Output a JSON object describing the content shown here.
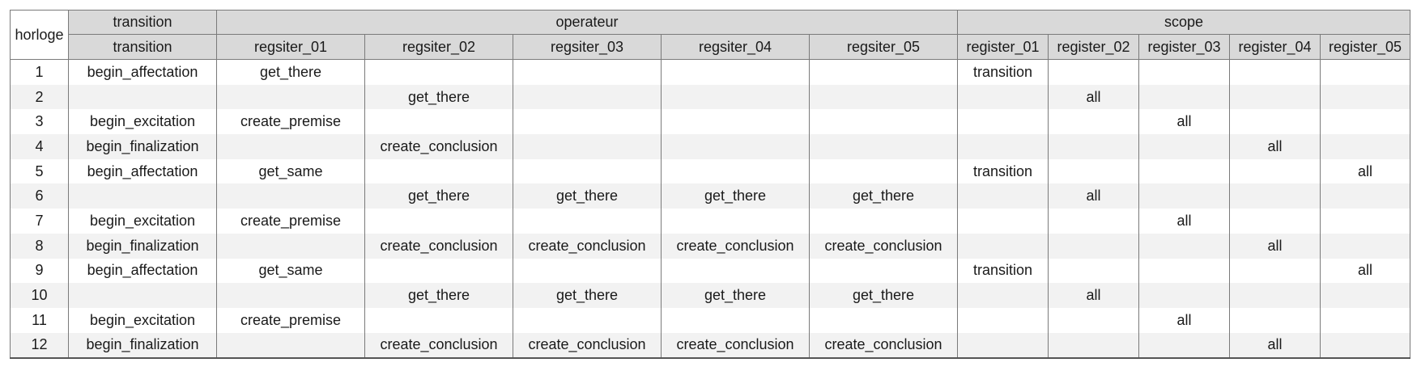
{
  "headers": {
    "horloge": "horloge",
    "group_transition": "transition",
    "group_operateur": "operateur",
    "group_scope": "scope",
    "columns": [
      "transition",
      "regsiter_01",
      "regsiter_02",
      "regsiter_03",
      "regsiter_04",
      "regsiter_05",
      "register_01",
      "register_02",
      "register_03",
      "register_04",
      "register_05"
    ]
  },
  "rows": [
    [
      "1",
      "begin_affectation",
      "get_there",
      "",
      "",
      "",
      "",
      "transition",
      "",
      "",
      "",
      ""
    ],
    [
      "2",
      "",
      "",
      "get_there",
      "",
      "",
      "",
      "",
      "all",
      "",
      "",
      ""
    ],
    [
      "3",
      "begin_excitation",
      "create_premise",
      "",
      "",
      "",
      "",
      "",
      "",
      "all",
      "",
      ""
    ],
    [
      "4",
      "begin_finalization",
      "",
      "create_conclusion",
      "",
      "",
      "",
      "",
      "",
      "",
      "all",
      ""
    ],
    [
      "5",
      "begin_affectation",
      "get_same",
      "",
      "",
      "",
      "",
      "transition",
      "",
      "",
      "",
      "all"
    ],
    [
      "6",
      "",
      "",
      "get_there",
      "get_there",
      "get_there",
      "get_there",
      "",
      "all",
      "",
      "",
      ""
    ],
    [
      "7",
      "begin_excitation",
      "create_premise",
      "",
      "",
      "",
      "",
      "",
      "",
      "all",
      "",
      ""
    ],
    [
      "8",
      "begin_finalization",
      "",
      "create_conclusion",
      "create_conclusion",
      "create_conclusion",
      "create_conclusion",
      "",
      "",
      "",
      "all",
      ""
    ],
    [
      "9",
      "begin_affectation",
      "get_same",
      "",
      "",
      "",
      "",
      "transition",
      "",
      "",
      "",
      "all"
    ],
    [
      "10",
      "",
      "",
      "get_there",
      "get_there",
      "get_there",
      "get_there",
      "",
      "all",
      "",
      "",
      ""
    ],
    [
      "11",
      "begin_excitation",
      "create_premise",
      "",
      "",
      "",
      "",
      "",
      "",
      "all",
      "",
      ""
    ],
    [
      "12",
      "begin_finalization",
      "",
      "create_conclusion",
      "create_conclusion",
      "create_conclusion",
      "create_conclusion",
      "",
      "",
      "",
      "all",
      ""
    ]
  ]
}
